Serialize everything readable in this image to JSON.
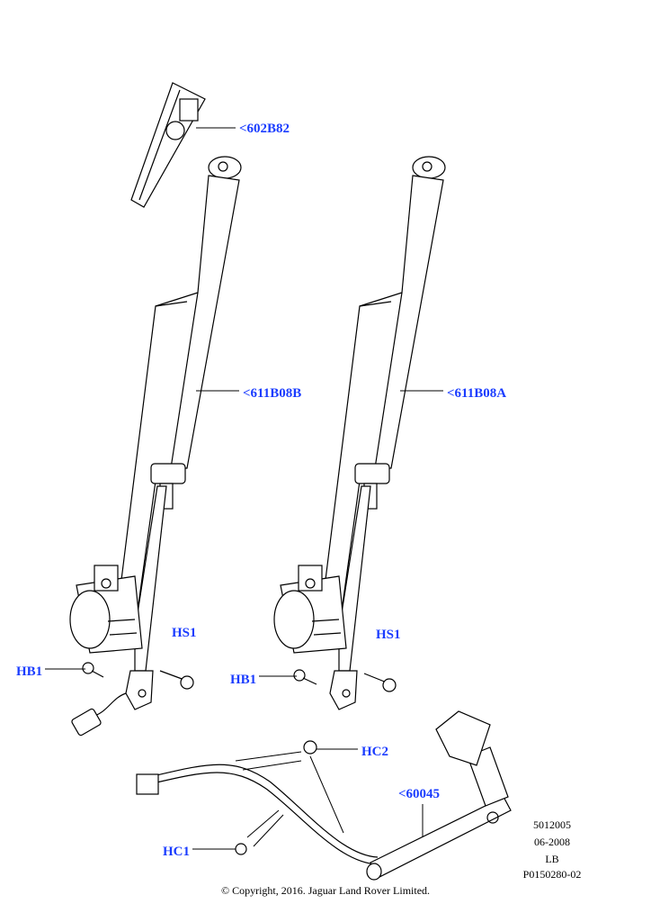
{
  "callouts": {
    "guide": "<602B82",
    "belt_left": "<611B08B",
    "belt_right": "<611B08A",
    "hs1_left": "HS1",
    "hs1_right": "HS1",
    "hb1_left": "HB1",
    "hb1_right": "HB1",
    "hc2": "HC2",
    "buckle": "<60045",
    "hc1": "HC1"
  },
  "reference": {
    "line1": "5012005",
    "line2": "06-2008",
    "line3": "LB",
    "line4": "P0150280-02"
  },
  "copyright": "© Copyright, 2016. Jaguar Land Rover Limited.",
  "colors": {
    "callout": "#1a3cff",
    "line": "#000000"
  }
}
